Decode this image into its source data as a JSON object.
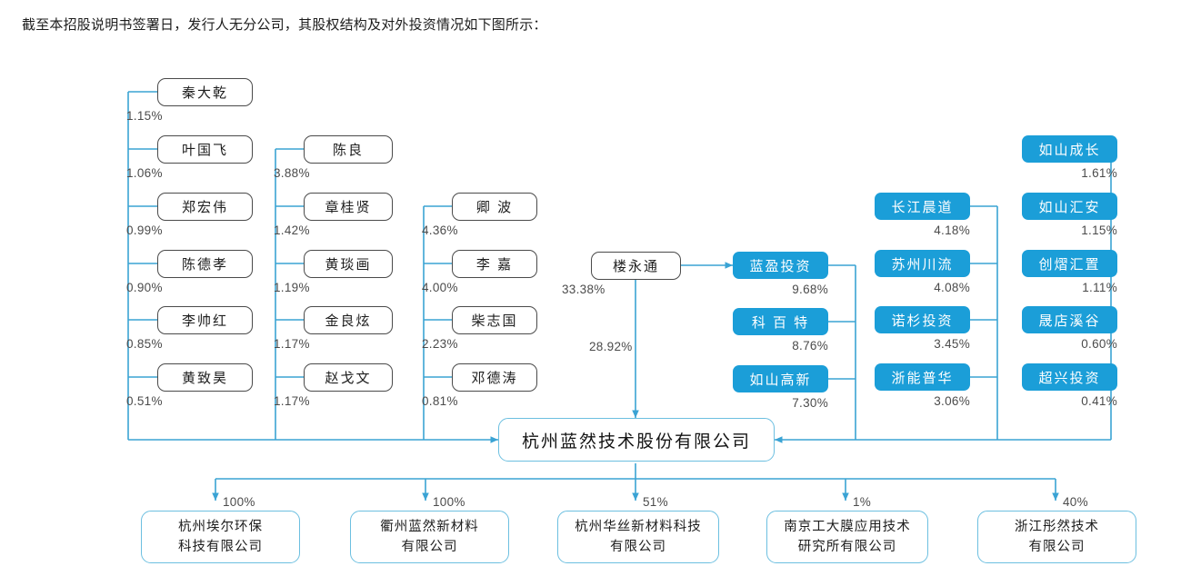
{
  "caption": "截至本招股说明书签署日，发行人无分公司，其股权结构及对外投资情况如下图所示：",
  "colors": {
    "institution_fill": "#1b9ed8",
    "wire": "#3aa3d4",
    "person_border": "#4a4a4a",
    "issuer_border": "#6cbfe0"
  },
  "issuer": {
    "name": "杭州蓝然技术股份有限公司"
  },
  "columns": [
    {
      "id": "col1",
      "kind": "person",
      "nodes": [
        {
          "name": "秦大乾",
          "pct": "1.15%"
        },
        {
          "name": "叶国飞",
          "pct": "1.06%"
        },
        {
          "name": "郑宏伟",
          "pct": "0.99%"
        },
        {
          "name": "陈德孝",
          "pct": "0.90%"
        },
        {
          "name": "李帅红",
          "pct": "0.85%"
        },
        {
          "name": "黄致昊",
          "pct": "0.51%"
        }
      ]
    },
    {
      "id": "col2",
      "kind": "person",
      "nodes": [
        {
          "name": "陈良",
          "pct": "3.88%"
        },
        {
          "name": "章桂贤",
          "pct": "1.42%"
        },
        {
          "name": "黄琰画",
          "pct": "1.19%"
        },
        {
          "name": "金良炫",
          "pct": "1.17%"
        },
        {
          "name": "赵戈文",
          "pct": "1.17%"
        }
      ]
    },
    {
      "id": "col3",
      "kind": "person",
      "nodes": [
        {
          "name": "卿 波",
          "pct": "4.36%"
        },
        {
          "name": "李 嘉",
          "pct": "4.00%"
        },
        {
          "name": "柴志国",
          "pct": "2.23%"
        },
        {
          "name": "邓德涛",
          "pct": "0.81%"
        }
      ]
    },
    {
      "id": "col4",
      "kind": "inst",
      "nodes": [
        {
          "name": "蓝盈投资",
          "pct": "9.68%"
        },
        {
          "name": "科 百 特",
          "pct": "8.76%"
        },
        {
          "name": "如山高新",
          "pct": "7.30%"
        }
      ]
    },
    {
      "id": "col5",
      "kind": "inst",
      "nodes": [
        {
          "name": "长江晨道",
          "pct": "4.18%"
        },
        {
          "name": "苏州川流",
          "pct": "4.08%"
        },
        {
          "name": "诺杉投资",
          "pct": "3.45%"
        },
        {
          "name": "浙能普华",
          "pct": "3.06%"
        }
      ]
    },
    {
      "id": "col6",
      "kind": "inst",
      "nodes": [
        {
          "name": "如山成长",
          "pct": "1.61%"
        },
        {
          "name": "如山汇安",
          "pct": "1.15%"
        },
        {
          "name": "创熠汇置",
          "pct": "1.11%"
        },
        {
          "name": "晟店溪谷",
          "pct": "0.60%"
        },
        {
          "name": "超兴投资",
          "pct": "0.41%"
        }
      ]
    }
  ],
  "controller": {
    "name": "楼永通",
    "direct_pct": "28.92%",
    "to_lanying_pct": "33.38%"
  },
  "subsidiaries": [
    {
      "name": "杭州埃尔环保\n科技有限公司",
      "pct": "100%"
    },
    {
      "name": "衢州蓝然新材料\n有限公司",
      "pct": "100%"
    },
    {
      "name": "杭州华丝新材料科技\n有限公司",
      "pct": "51%"
    },
    {
      "name": "南京工大膜应用技术\n研究所有限公司",
      "pct": "1%"
    },
    {
      "name": "浙江彤然技术\n有限公司",
      "pct": "40%"
    }
  ]
}
